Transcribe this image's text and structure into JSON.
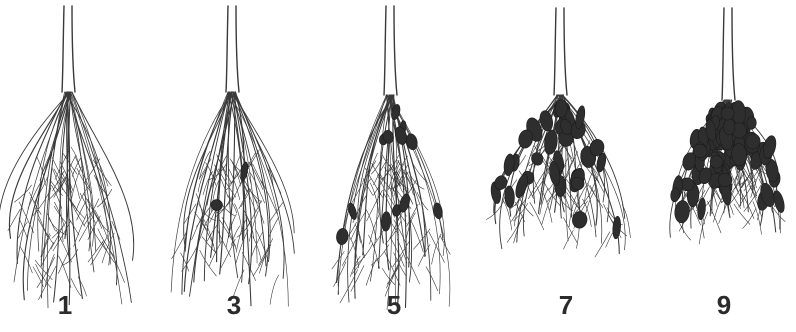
{
  "panels": [
    {
      "label": "1",
      "galls": 0
    },
    {
      "label": "3",
      "galls": 2
    },
    {
      "label": "5",
      "galls": 12
    },
    {
      "label": "7",
      "galls": 34
    },
    {
      "label": "9",
      "galls": 90
    }
  ],
  "colors": {
    "root": "#3a3a3a",
    "gall": "#2e2e2e",
    "background": "#ffffff"
  }
}
